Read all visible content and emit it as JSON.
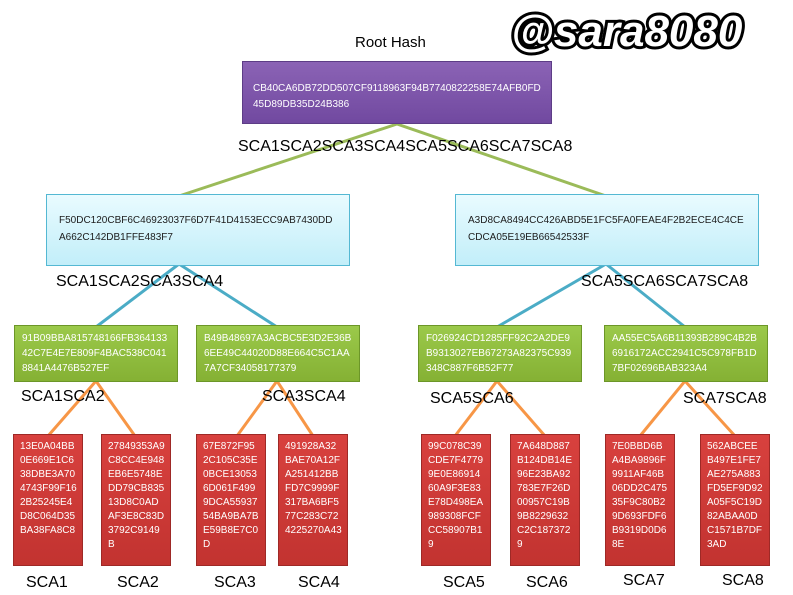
{
  "watermark": "@sara8080",
  "root": {
    "title": "Root Hash",
    "hash": "CB40CA6DB72DD507CF9118963F94B7740822258E74AFB0FD45D89DB35D24B386",
    "label": "SCA1SCA2SCA3SCA4SCA5SCA6SCA7SCA8"
  },
  "level1": [
    {
      "hash": "F50DC120CBF6C46923037F6D7F41D4153ECC9AB7430DDA662C142DB1FFE483F7",
      "label": "SCA1SCA2SCA3SCA4"
    },
    {
      "hash": "A3D8CA8494CC426ABD5E1FC5FA0FEAE4F2B2ECE4C4CECDCA05E19EB66542533F",
      "label": "SCA5SCA6SCA7SCA8"
    }
  ],
  "level2": [
    {
      "hash": "91B09BBA815748166FB36413342C7E4E7E809F4BAC538C0418841A4476B527EF",
      "label": "SCA1SCA2"
    },
    {
      "hash": "B49B48697A3ACBC5E3D2E36B6EE49C44020D88E664C5C1AA7A7CF34058177379",
      "label": "SCA3SCA4"
    },
    {
      "hash": "F026924CD1285FF92C2A2DE9B9313027EB67273A82375C939348C887F6B52F77",
      "label": "SCA5SCA6"
    },
    {
      "hash": "AA55EC5A6B11393B289C4B2B6916172ACC2941C5C978FB1D7BF02696BAB323A4",
      "label": "SCA7SCA8"
    }
  ],
  "leaves": [
    {
      "hash": "13E0A04BB0E669E1C638DBE3A704743F99F162B25245E4D8C064D35BA38FA8C8",
      "label": "SCA1"
    },
    {
      "hash": "27849353A9C8CC4E948EB6E5748EDD79CB83513D8C0ADAF3E8C83D3792C9149B",
      "label": "SCA2"
    },
    {
      "hash": "67E872F952C105C35E0BCE130536D061F4999DCA5593754BA9BA7BE59B8E7C0D",
      "label": "SCA3"
    },
    {
      "hash": "491928A32BAE70A12FA251412BBFD7C9999F317BA6BF577C283C724225270A43",
      "label": "SCA4"
    },
    {
      "hash": "99C078C39CDE7F47799E0E8691460A9F3E83E78D498EA989308FCFCC58907B19",
      "label": "SCA5"
    },
    {
      "hash": "7A648D887B124DB14E96E23BA92783E7F26D00957C19B9B8229632C2C1873729",
      "label": "SCA6"
    },
    {
      "hash": "7E0BBD6BA4BA9896F9911AF46B06DD2C47535F9C80B29D693FDF6B9319D0D68E",
      "label": "SCA7"
    },
    {
      "hash": "562ABCEEB497E1FE7AE275A883FD5EF9D92A05F5C19D82ABAA0DC1571B7DF3AD",
      "label": "SCA8"
    }
  ],
  "colors": {
    "root": "#7b55a8",
    "level1": "#d3f4fc",
    "level2": "#8ebc3e",
    "leaf": "#cd3a37",
    "connector_top": "#9bbb59",
    "connector_mid": "#4bacc6",
    "connector_bottom": "#f79646"
  }
}
